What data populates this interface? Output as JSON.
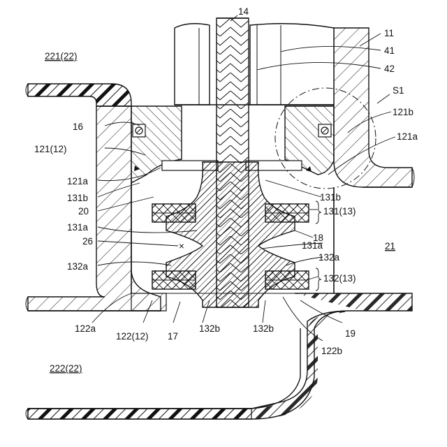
{
  "labels": {
    "l14": "14",
    "l11": "11",
    "l41": "41",
    "l42": "42",
    "l221": "221(22)",
    "lS1": "S1",
    "l16": "16",
    "l121b": "121b",
    "l121_12": "121(12)",
    "l121a_right": "121a",
    "l121a_left": "121a",
    "l131b_left": "131b",
    "l131b_right": "131b",
    "l20": "20",
    "l131_13": "131(13)",
    "l131a_left": "131a",
    "l18": "18",
    "l26": "26",
    "l131a_right": "131a",
    "l21": "21",
    "l132a_left": "132a",
    "l132a_right": "132a",
    "l132_13": "132(13)",
    "l122a": "122a",
    "l122_12": "122(12)",
    "l17": "17",
    "l132b_left": "132b",
    "l132b_right": "132b",
    "l19": "19",
    "l122b": "122b",
    "l222": "222(22)"
  },
  "marks": {
    "cross": "×"
  }
}
